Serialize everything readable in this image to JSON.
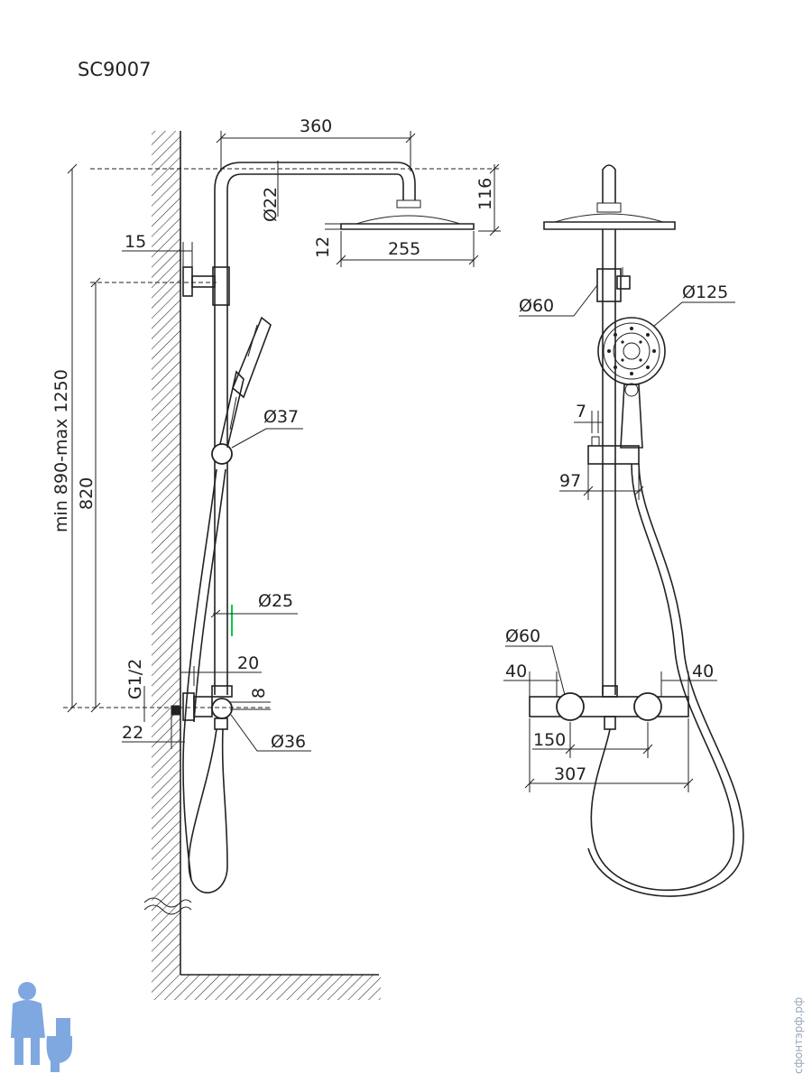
{
  "title": "SC9007",
  "watermark": "сфонтэрф.рф",
  "dimensions": {
    "d360": "360",
    "d116": "116",
    "d22": "Ø22",
    "d12": "12",
    "d255": "255",
    "d15": "15",
    "dMinMax": "min 890-max 1250",
    "d820": "820",
    "d37": "Ø37",
    "d25": "Ø25",
    "d20": "20",
    "dG12": "G1/2",
    "d8": "8",
    "d22b": "22",
    "d36": "Ø36",
    "d60a": "Ø60",
    "d125": "Ø125",
    "d7": "7",
    "d97": "97",
    "d60b": "Ø60",
    "d40a": "40",
    "d40b": "40",
    "d150": "150",
    "d307": "307"
  },
  "colors": {
    "line": "#222222",
    "accent": "#00cc44",
    "logo": "#7fa8e0"
  }
}
